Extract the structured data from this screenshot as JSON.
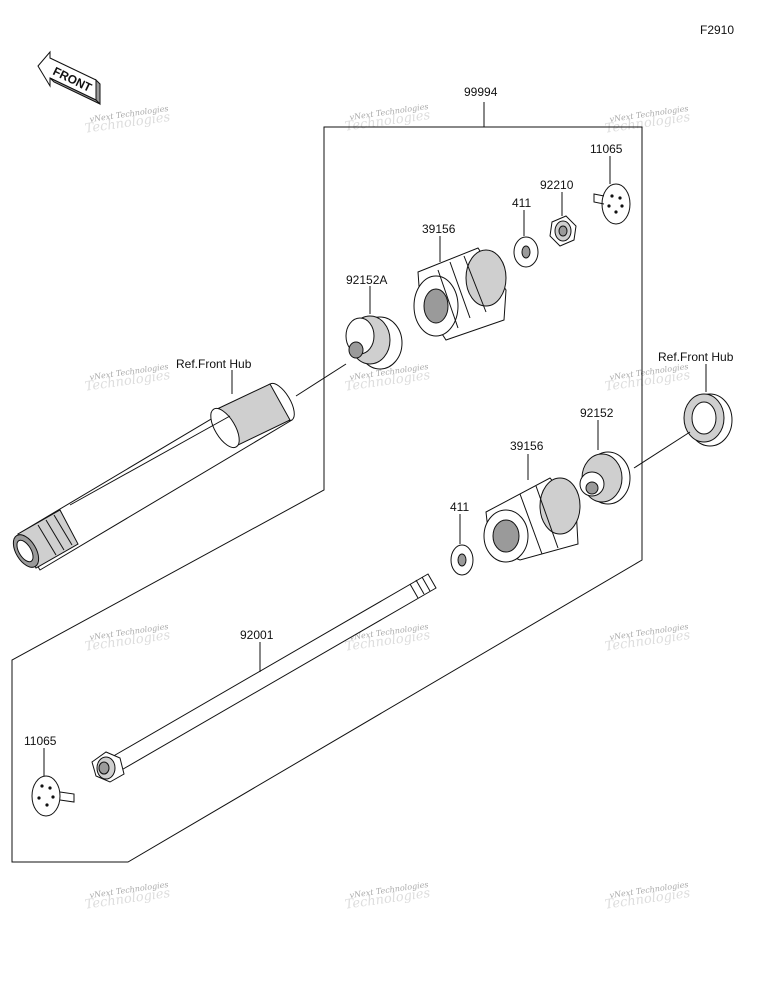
{
  "figure_code": "F2910",
  "front_label": "FRONT",
  "watermark": {
    "line1": "vNext Technologies",
    "line2": "Technologies"
  },
  "parts": {
    "kit": "99994",
    "ref_hub_left": "Ref.Front Hub",
    "ref_hub_right": "Ref.Front Hub",
    "spacer_a": "92152A",
    "slider_top": "39156",
    "washer_top": "411",
    "nut_top": "92210",
    "pin_top": "11065",
    "spacer_b": "92152",
    "slider_bottom": "39156",
    "washer_bottom": "411",
    "bolt": "92001",
    "pin_bottom": "11065"
  }
}
